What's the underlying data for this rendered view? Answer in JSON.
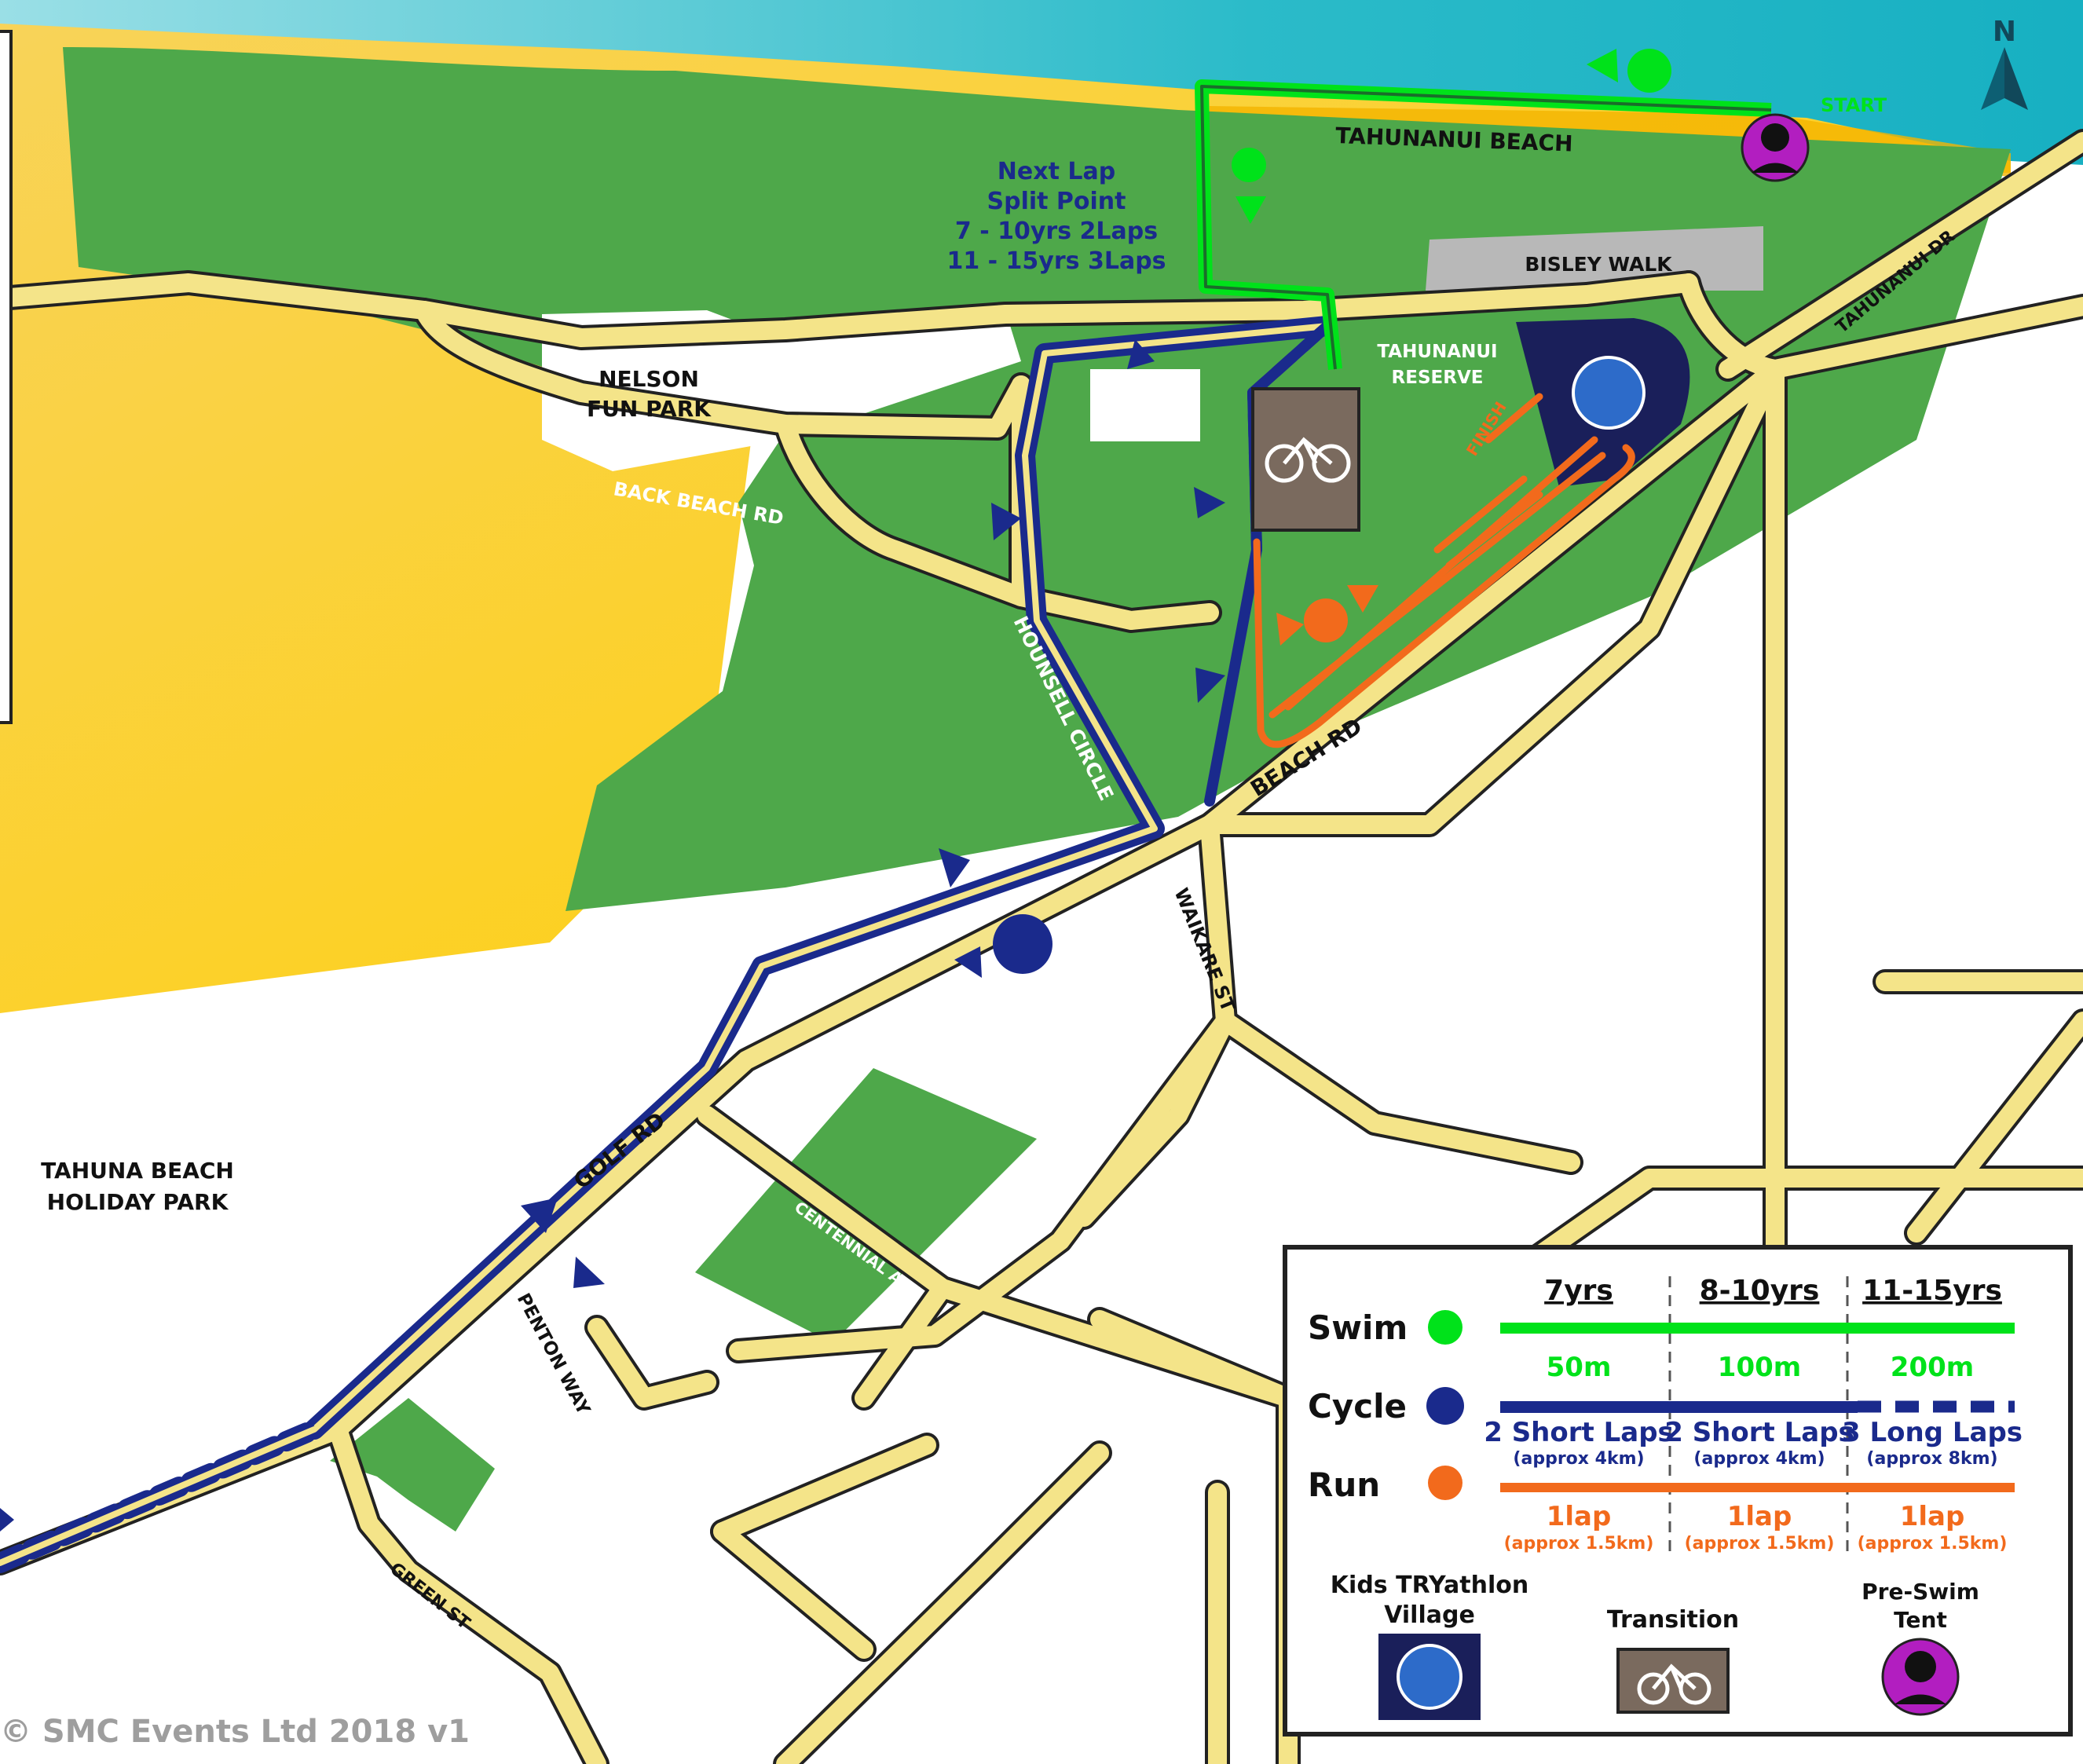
{
  "map": {
    "compass": "N",
    "swim_start": "START",
    "split_point": {
      "line1": "Next Lap",
      "line2": "Split Point",
      "line3": "7 - 10yrs 2Laps",
      "line4": "11 - 15yrs 3Laps"
    },
    "labels": {
      "tahunanui_beach": "TAHUNANUI BEACH",
      "bisley_walk": "BISLEY WALK",
      "tahunanui_dr": "TAHUNANUI DR",
      "tahunanui_reserve_1": "TAHUNANUI",
      "tahunanui_reserve_2": "RESERVE",
      "nelson_fun_park_1": "NELSON",
      "nelson_fun_park_2": "FUN PARK",
      "back_beach_rd": "BACK BEACH RD",
      "hounsell_circle": "HOUNSELL CIRCLE",
      "beach_rd": "BEACH RD",
      "waikare_st": "WAIKARE ST",
      "golf_rd": "GOLF RD",
      "centennial_ave": "CENTENNIAL AVE",
      "penton_way": "PENTON WAY",
      "green_st": "GREEN ST",
      "holiday_park_1": "TAHUNA BEACH",
      "holiday_park_2": "HOLIDAY PARK",
      "finish": "FINISH"
    },
    "copyright": "© SMC Events Ltd 2018 v1",
    "colors": {
      "sea": "#1fb8c8",
      "sand": "#ffcf00",
      "grass": "#4ea84a",
      "road": "#f4e489",
      "road_edge": "#222222",
      "swim": "#00e21a",
      "cycle": "#1a2a8c",
      "run": "#f26a1c",
      "transition": "#7a6a5e",
      "parking": "#b8b8b8",
      "tent": "#b21ec0"
    }
  },
  "legend": {
    "headers": [
      "7yrs",
      "8-10yrs",
      "11-15yrs"
    ],
    "swim": {
      "label": "Swim",
      "values": [
        "50m",
        "100m",
        "200m"
      ]
    },
    "cycle": {
      "label": "Cycle",
      "values": [
        "2 Short Laps",
        "2 Short Laps",
        "3 Long Laps"
      ],
      "notes": [
        "(approx 4km)",
        "(approx 4km)",
        "(approx 8km)"
      ]
    },
    "run": {
      "label": "Run",
      "values": [
        "1lap",
        "1lap",
        "1lap"
      ],
      "notes": [
        "(approx 1.5km)",
        "(approx 1.5km)",
        "(approx 1.5km)"
      ]
    },
    "keys": {
      "village_1": "Kids TRYathlon",
      "village_2": "Village",
      "transition": "Transition",
      "tent_1": "Pre-Swim",
      "tent_2": "Tent"
    }
  }
}
